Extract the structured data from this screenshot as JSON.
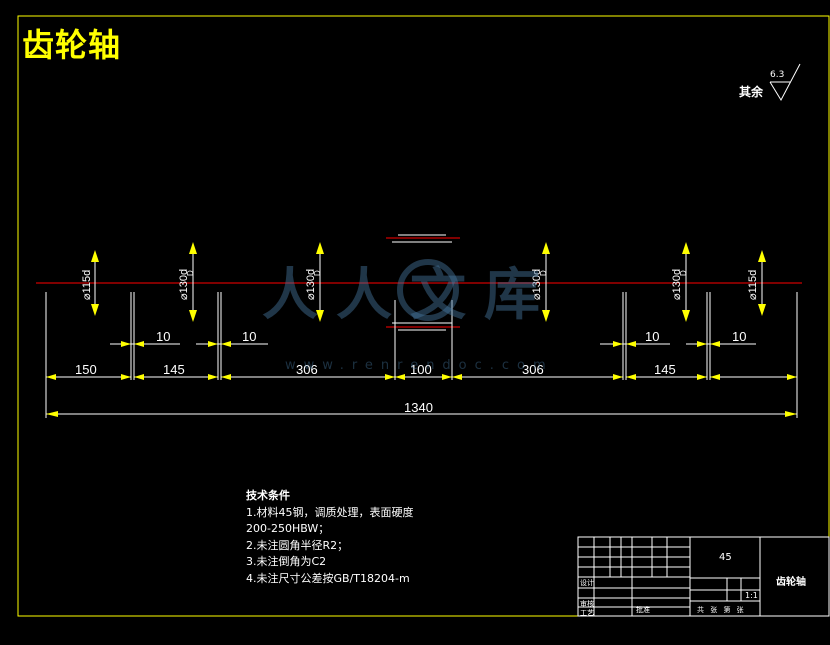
{
  "title": "齿轮轴",
  "roughness": {
    "label": "其余",
    "value": "6.3"
  },
  "diameters": [
    "⌀115d",
    "⌀130d",
    "⌀130d",
    "⌀130d",
    "⌀130d",
    "⌀115d"
  ],
  "tolerance_mark": "D",
  "dimensions": {
    "d150": "150",
    "d10a": "10",
    "d145a": "145",
    "d306a": "306",
    "d100": "100",
    "d306b": "306",
    "d145b": "145",
    "d10b": "10",
    "d10c": "10",
    "total": "1340"
  },
  "notes": {
    "heading": "技术条件",
    "items": [
      "1.材料45钢，调质处理，表面硬度",
      "200-250HBW；",
      "2.未注圆角半径R2；",
      "3.未注倒角为C2",
      "4.未注尺寸公差按GB/T18204-m"
    ]
  },
  "title_block": {
    "material": "45",
    "part_name": "齿轮轴",
    "scale": "1:1",
    "design": "设计",
    "review": "审核",
    "process": "工艺",
    "approve": "批准",
    "sheets": "共  张 第  张"
  },
  "watermark": {
    "text": "人人文库",
    "url": "www.renrendoc.com"
  },
  "colors": {
    "frame": "#ffff00",
    "center": "#ff0000",
    "dim": "#ffffff",
    "background": "#000000"
  }
}
